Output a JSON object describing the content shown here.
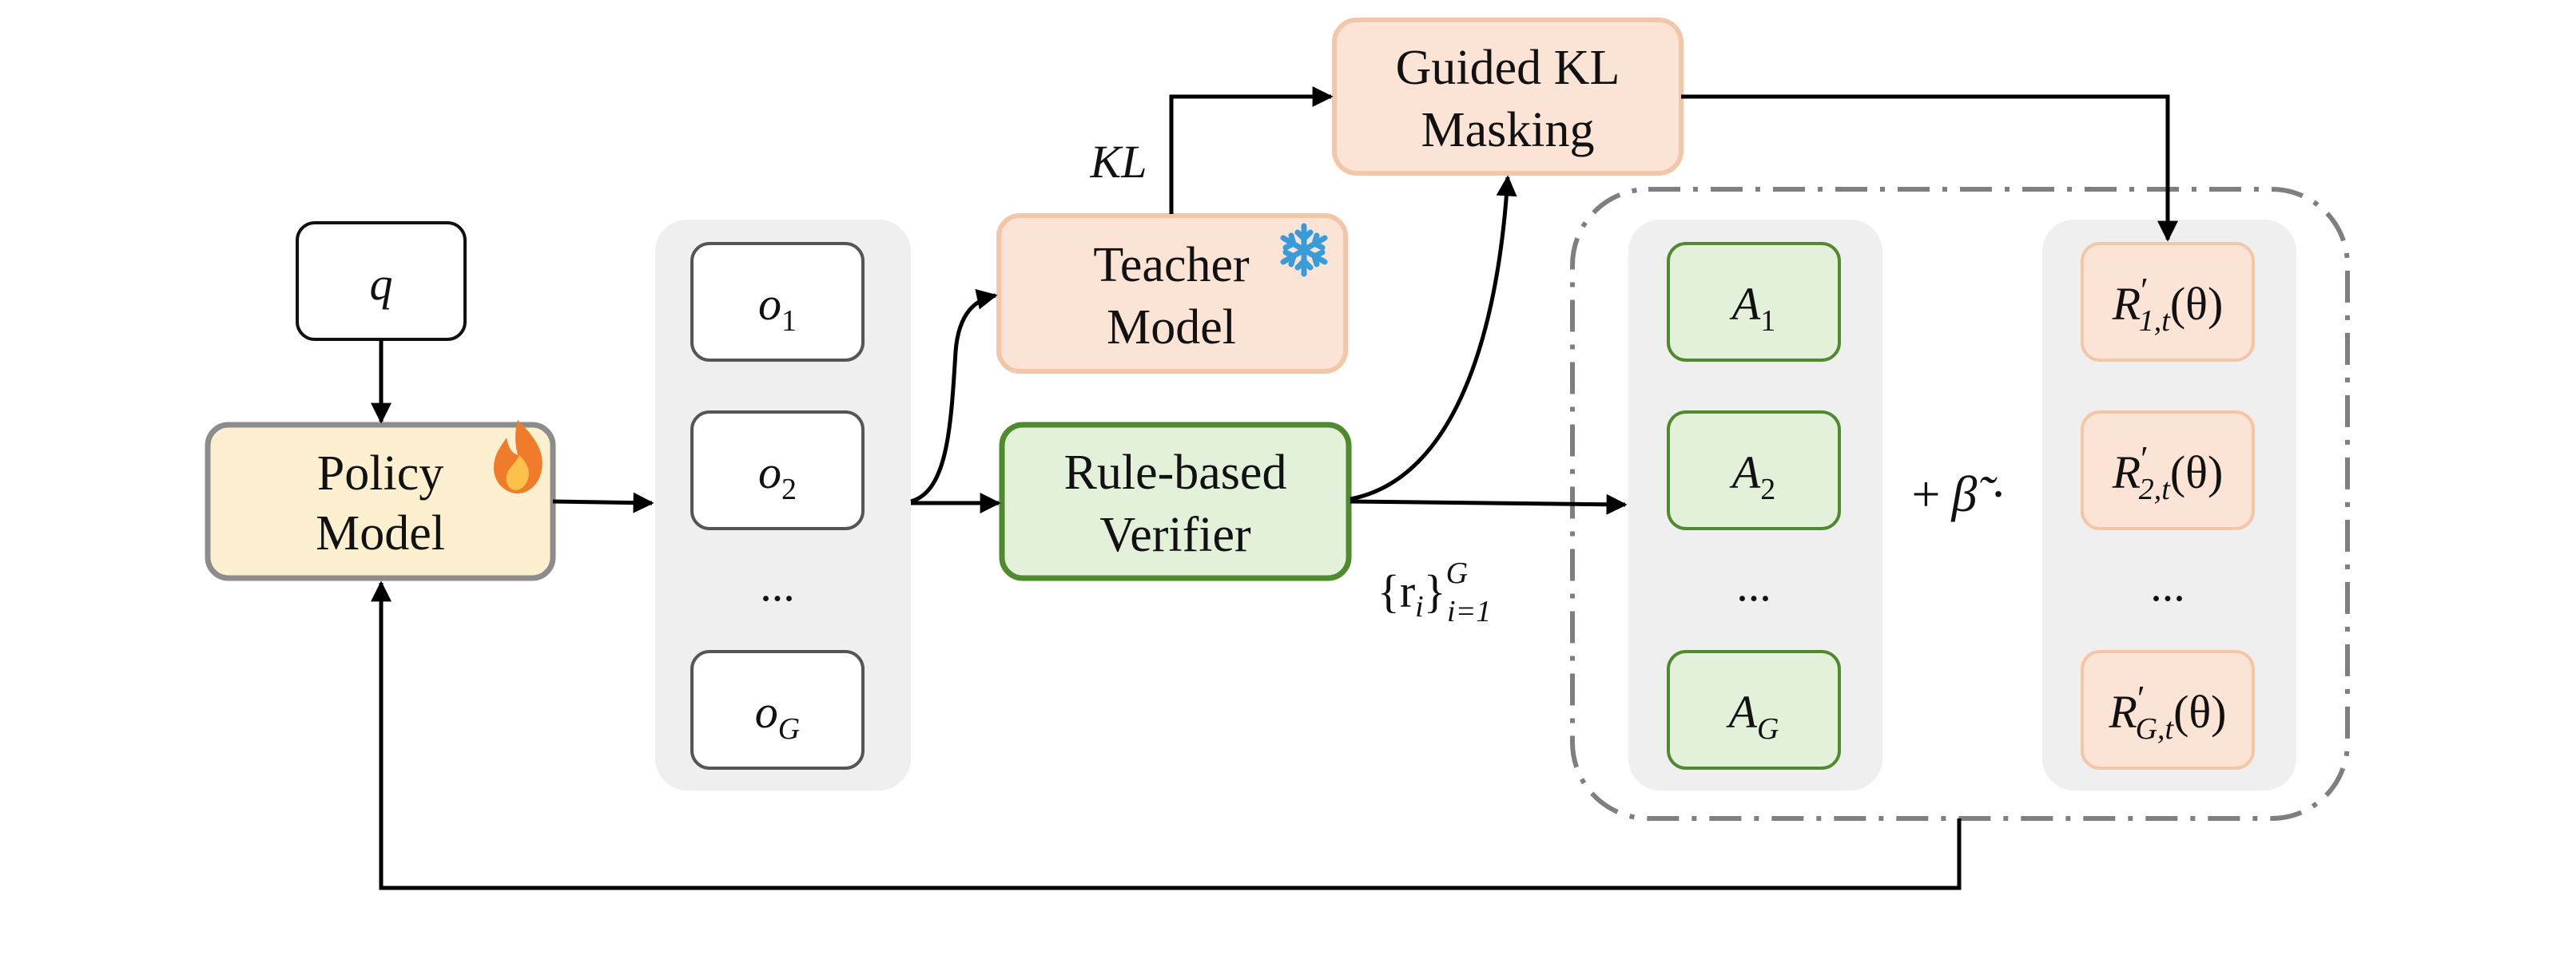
{
  "nodes": {
    "query": "q",
    "policy_model": [
      "Policy",
      "Model"
    ],
    "teacher_model": [
      "Teacher",
      "Model"
    ],
    "verifier": [
      "Rule-based",
      "Verifier"
    ],
    "guided_kl": [
      "Guided KL",
      "Masking"
    ]
  },
  "edge_labels": {
    "kl": "KL",
    "rewards_base": "{r",
    "rewards_var": "i",
    "rewards_close": "}",
    "rewards_sup": "G",
    "rewards_sub": "i=1"
  },
  "outputs": {
    "base": "o",
    "subs": [
      "1",
      "2",
      "G"
    ],
    "ellipsis": "..."
  },
  "advantages": {
    "base": "A",
    "subs": [
      "1",
      "2",
      "G"
    ],
    "ellipsis": "..."
  },
  "ratios": {
    "base": "R",
    "prime": "′",
    "subs": [
      "1,t",
      "2,t",
      "G,t"
    ],
    "arg": "(θ)",
    "ellipsis": "..."
  },
  "operator": {
    "plus": "+",
    "beta": "β̃",
    "dot": "·"
  },
  "icons": {
    "policy_badge": "flame-icon",
    "teacher_badge": "snowflake-icon"
  },
  "colors": {
    "policy_fill": "#fdf0d0",
    "policy_stroke": "#8c8c8c",
    "teacher_fill": "#fbe3d6",
    "teacher_stroke": "#f4c6a8",
    "verifier_fill": "#e3f0da",
    "verifier_stroke": "#4f8a2e",
    "group_panel": "#efefef",
    "dashed_border": "#7f7f7f"
  }
}
